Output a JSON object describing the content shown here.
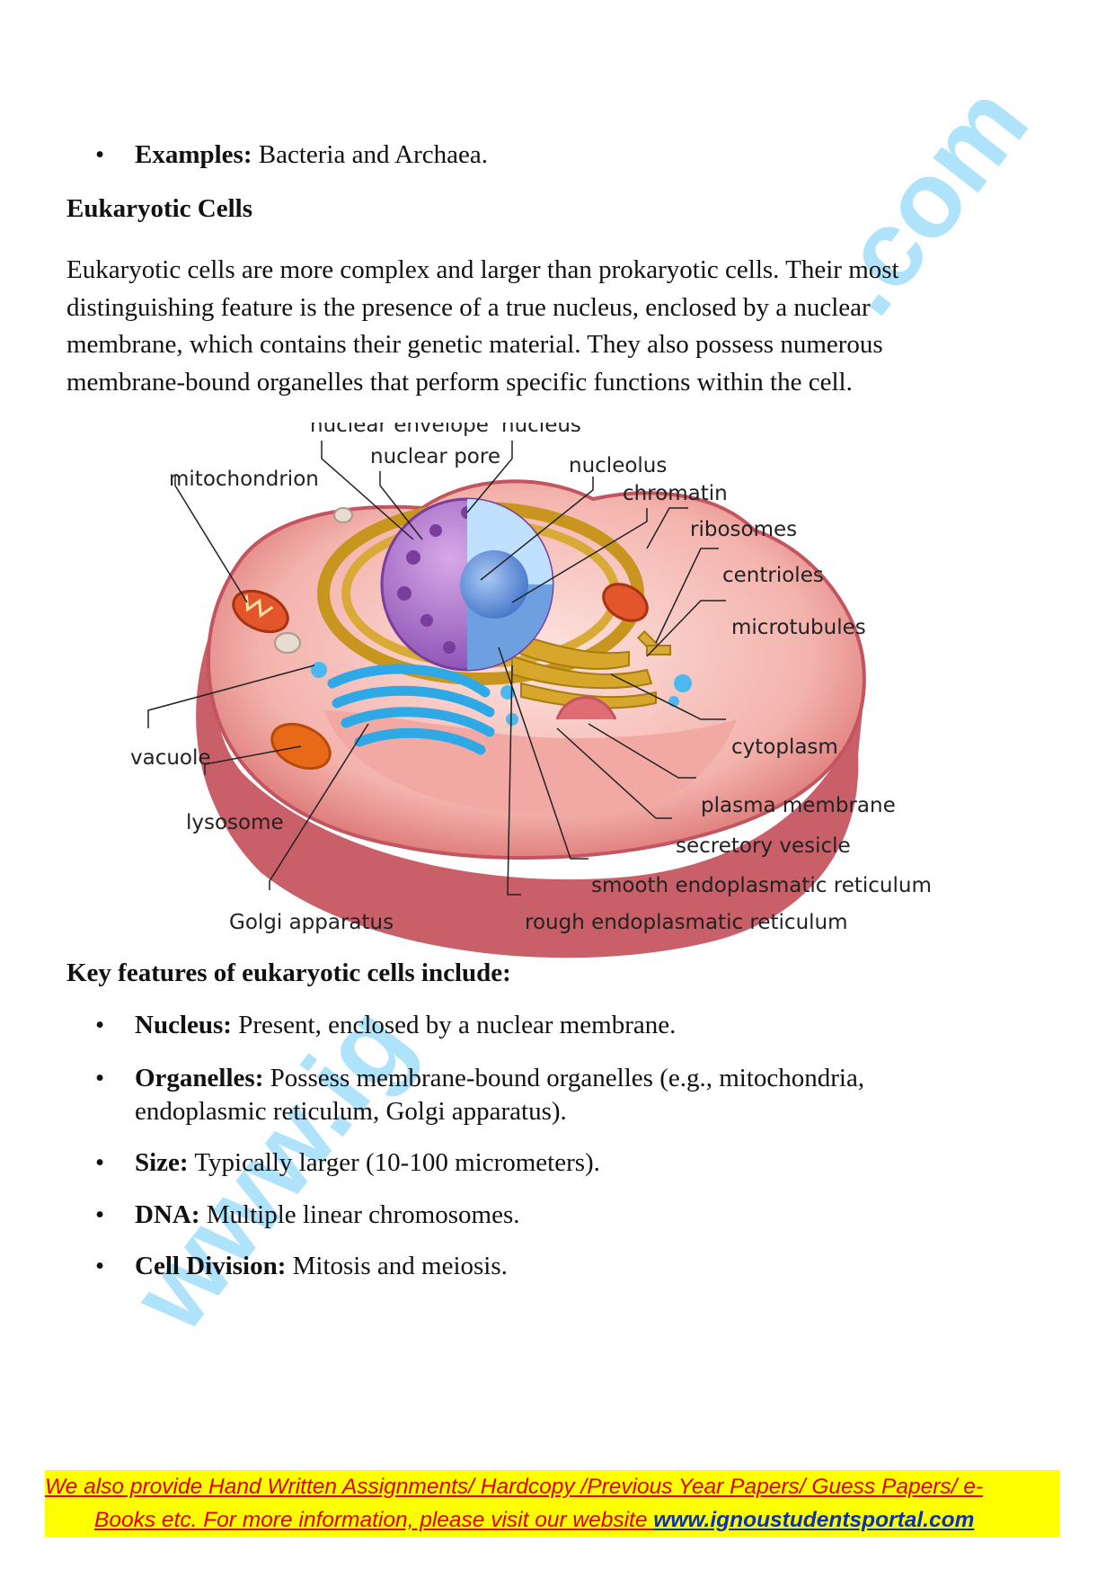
{
  "top_bullet": {
    "term": "Examples:",
    "text": " Bacteria and Archaea."
  },
  "section_heading": "Eukaryotic Cells",
  "paragraph_lines": [
    "Eukaryotic cells are more complex and larger than prokaryotic cells. Their most",
    "distinguishing feature is the presence of a true nucleus, enclosed by a nuclear",
    "membrane, which contains their genetic material. They also possess numerous",
    "membrane-bound organelles that perform specific functions within the cell."
  ],
  "diagram_labels": {
    "nuclear_envelope": "nuclear envelope",
    "nucleus": "nucleus",
    "nuclear_pore": "nuclear pore",
    "nucleolus": "nucleolus",
    "mitochondrion": "mitochondrion",
    "chromatin": "chromatin",
    "ribosomes": "ribosomes",
    "centrioles": "centrioles",
    "microtubules": "microtubules",
    "vacuole": "vacuole",
    "cytoplasm": "cytoplasm",
    "plasma_membrane": "plasma membrane",
    "lysosome": "lysosome",
    "secretory_vesicle": "secretory vesicle",
    "smooth_er": "smooth endoplasmatic reticulum",
    "golgi": "Golgi apparatus",
    "rough_er": "rough endoplasmatic reticulum"
  },
  "key_features_heading": "Key features of eukaryotic cells include:",
  "features": [
    {
      "term": "Nucleus:",
      "text": " Present, enclosed by a nuclear membrane."
    },
    {
      "term": "Organelles:",
      "text": " Possess membrane-bound organelles (e.g., mitochondria,",
      "text2": "endoplasmic reticulum, Golgi apparatus)."
    },
    {
      "term": "Size:",
      "text": " Typically larger (10-100 micrometers)."
    },
    {
      "term": "DNA:",
      "text": " Multiple linear chromosomes."
    },
    {
      "term": "Cell Division:",
      "text": " Mitosis and meiosis."
    }
  ],
  "bullet_char": "•",
  "watermark": {
    "part1": ".com",
    "part2": "www.ig"
  },
  "footer": {
    "line1": "We also provide Hand Written Assignments/ Hardcopy /Previous Year Papers/ Guess Papers/ e-",
    "line2": "Books etc. For more information, please visit our website ",
    "website": "www.ignoustudentsportal.com"
  },
  "colors": {
    "footer_bg": "#ffff00",
    "footer_text": "#e00000",
    "footer_link": "#0a2fb8",
    "watermark": "#4fc3f7"
  }
}
